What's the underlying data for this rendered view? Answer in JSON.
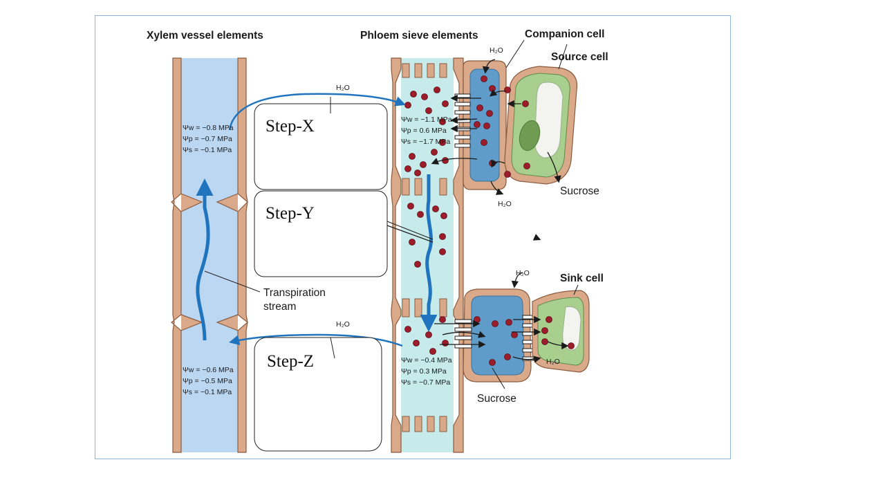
{
  "headings": {
    "xylem": "Xylem vessel elements",
    "phloem": "Phloem sieve elements",
    "companion": "Companion cell",
    "source": "Source cell",
    "sink": "Sink cell"
  },
  "labels": {
    "sucrose_top": "Sucrose",
    "sucrose_bottom": "Sucrose",
    "transpiration_1": "Transpiration",
    "transpiration_2": "stream",
    "h2o": "H₂O"
  },
  "steps": {
    "x": "Step-X",
    "y": "Step-Y",
    "z": "Step-Z"
  },
  "xylem_top": {
    "w": "Ψw = −0.8 MPa",
    "p": "Ψp = −0.7 MPa",
    "s": "Ψs = −0.1 MPa"
  },
  "xylem_bottom": {
    "w": "Ψw = −0.6 MPa",
    "p": "Ψp = −0.5 MPa",
    "s": "Ψs = −0.1 MPa"
  },
  "phloem_top": {
    "w": "Ψw = −1.1 MPa",
    "p": "Ψp =  0.6 MPa",
    "s": "Ψs = −1.7 MPa"
  },
  "phloem_bottom": {
    "w": "Ψw = −0.4 MPa",
    "p": "Ψp =  0.3 MPa",
    "s": "Ψs = −0.7 MPa"
  },
  "colors": {
    "wall": "#d9a98a",
    "wall_stroke": "#8a5a3e",
    "xylem_fill": "#bcd7f2",
    "phloem_fill": "#c7ebeb",
    "companion_fill": "#5f9cc9",
    "source_fill": "#a9cf8f",
    "sucrose": "#9c1c2a",
    "flow_arrow": "#1f74bd"
  }
}
